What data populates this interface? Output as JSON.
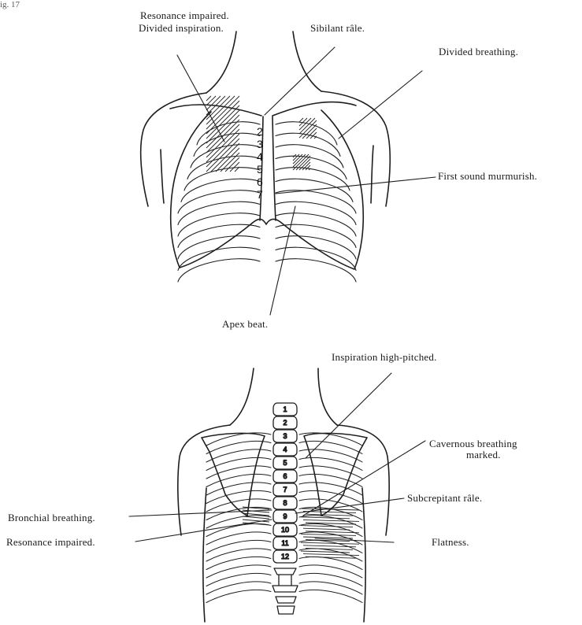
{
  "corner_text": "ig. 17",
  "front_figure": {
    "labels": {
      "resonance_impaired": "Resonance impaired.",
      "divided_inspiration": "Divided inspiration.",
      "sibilant_rale": "Sibilant râle.",
      "divided_breathing": "Divided breathing.",
      "first_sound": "First sound murmurish.",
      "apex_beat": "Apex beat."
    },
    "rib_numbers": [
      "2",
      "3",
      "4",
      "5",
      "6",
      "7"
    ]
  },
  "back_figure": {
    "labels": {
      "inspiration_high_pitched": "Inspiration high-pitched.",
      "cavernous_line1": "Cavernous breathing",
      "cavernous_line2": "marked.",
      "subcrepitant_rale": "Subcrepitant râle.",
      "bronchial_breathing": "Bronchial breathing.",
      "resonance_impaired": "Resonance impaired.",
      "flatness": "Flatness."
    },
    "vertebra_numbers": [
      "1",
      "2",
      "3",
      "4",
      "5",
      "6",
      "7",
      "8",
      "9",
      "10",
      "11",
      "12"
    ]
  }
}
